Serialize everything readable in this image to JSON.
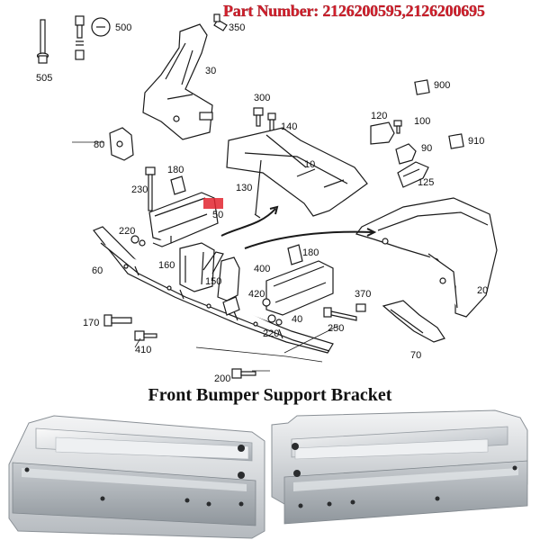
{
  "header": {
    "part_number": "Part Number: 2126200595,2126200695"
  },
  "caption": "Front Bumper Support Bracket",
  "callouts": [
    {
      "id": "505",
      "text": "505"
    },
    {
      "id": "500",
      "text": "500"
    },
    {
      "id": "350",
      "text": "350"
    },
    {
      "id": "30",
      "text": "30"
    },
    {
      "id": "300",
      "text": "300"
    },
    {
      "id": "140",
      "text": "140"
    },
    {
      "id": "80",
      "text": "80"
    },
    {
      "id": "10",
      "text": "10"
    },
    {
      "id": "900",
      "text": "900"
    },
    {
      "id": "120",
      "text": "120"
    },
    {
      "id": "100",
      "text": "100"
    },
    {
      "id": "90",
      "text": "90"
    },
    {
      "id": "910",
      "text": "910"
    },
    {
      "id": "125",
      "text": "125"
    },
    {
      "id": "180a",
      "text": "180"
    },
    {
      "id": "230",
      "text": "230"
    },
    {
      "id": "50",
      "text": "50"
    },
    {
      "id": "130",
      "text": "130"
    },
    {
      "id": "220a",
      "text": "220"
    },
    {
      "id": "60",
      "text": "60"
    },
    {
      "id": "160",
      "text": "160"
    },
    {
      "id": "150",
      "text": "150"
    },
    {
      "id": "400",
      "text": "400"
    },
    {
      "id": "180b",
      "text": "180"
    },
    {
      "id": "420",
      "text": "420"
    },
    {
      "id": "370",
      "text": "370"
    },
    {
      "id": "20",
      "text": "20"
    },
    {
      "id": "40",
      "text": "40"
    },
    {
      "id": "170",
      "text": "170"
    },
    {
      "id": "250",
      "text": "250"
    },
    {
      "id": "220b",
      "text": "220"
    },
    {
      "id": "410",
      "text": "410"
    },
    {
      "id": "70",
      "text": "70"
    },
    {
      "id": "200",
      "text": "200"
    }
  ],
  "colors": {
    "part_number": "#d51e2b",
    "highlight": "#e2242f",
    "line": "#1a1a1a",
    "metal_light": "#e6e8ea",
    "metal_mid": "#c7cbcf",
    "metal_dark": "#9ea4aa"
  }
}
